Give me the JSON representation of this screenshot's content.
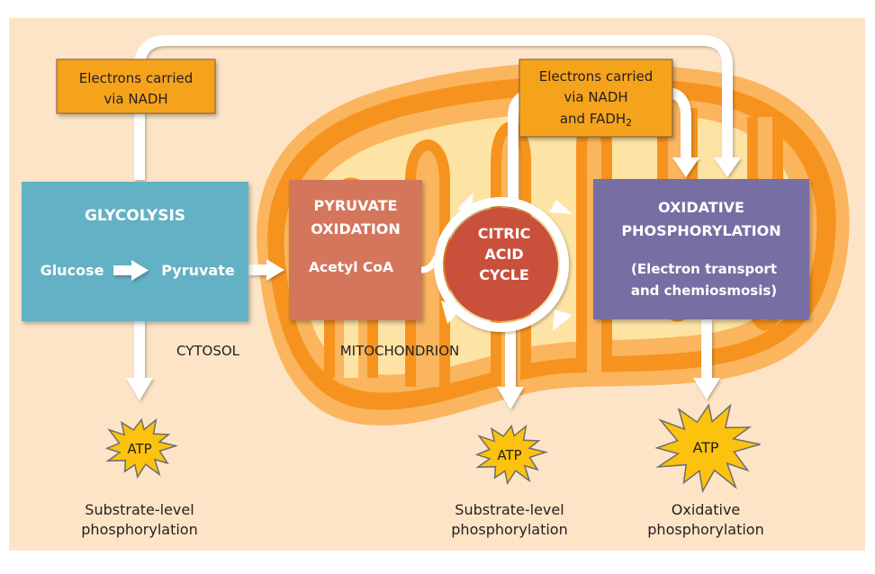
{
  "title": "Cellular respiration overview",
  "colors": {
    "background": "#fde4c6",
    "glycolysis": "#63b1c4",
    "pyruvate_oxidation": "#d4765b",
    "citric_acid_cycle": "#c9503a",
    "oxidative_phosphorylation": "#776ea3",
    "electron_box": "#f6a31f",
    "atp_burst": "#fcc20d",
    "mito_outer": "#fbb55e",
    "mito_membrane": "#f6931e",
    "mito_matrix": "#fde4a5"
  },
  "regions": {
    "cytosol": "CYTOSOL",
    "mitochondrion": "MITOCHONDRION"
  },
  "stages": {
    "glycolysis": {
      "title": "GLYCOLYSIS",
      "input": "Glucose",
      "output": "Pyruvate"
    },
    "pyruvate_oxidation": {
      "title_line1": "PYRUVATE",
      "title_line2": "OXIDATION",
      "product": "Acetyl CoA"
    },
    "citric_acid_cycle": {
      "line1": "CITRIC",
      "line2": "ACID",
      "line3": "CYCLE"
    },
    "oxidative_phosphorylation": {
      "title_line1": "OXIDATIVE",
      "title_line2": "PHOSPHORYLATION",
      "sub_line1": "(Electron transport",
      "sub_line2": "and chemiosmosis)"
    }
  },
  "electron_labels": {
    "nadh": {
      "line1": "Electrons carried",
      "line2": "via NADH"
    },
    "nadh_fadh2": {
      "line1": "Electrons carried",
      "line2": "via NADH",
      "line3_prefix": "and FADH",
      "line3_subscript": "2"
    }
  },
  "atp_outputs": [
    {
      "label": "ATP",
      "caption_line1": "Substrate-level",
      "caption_line2": "phosphorylation"
    },
    {
      "label": "ATP",
      "caption_line1": "Substrate-level",
      "caption_line2": "phosphorylation"
    },
    {
      "label": "ATP",
      "caption_line1": "Oxidative",
      "caption_line2": "phosphorylation"
    }
  ]
}
